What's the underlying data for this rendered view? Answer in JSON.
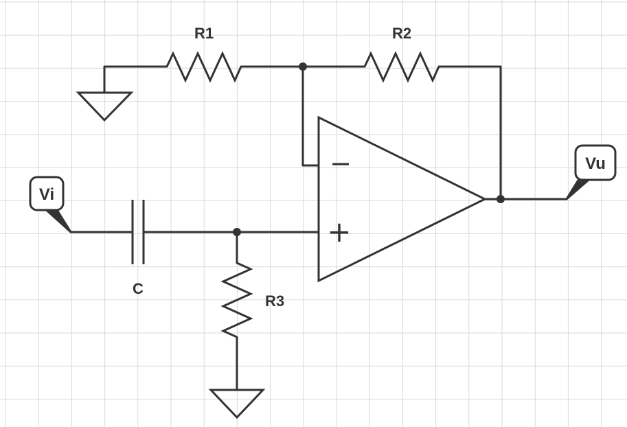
{
  "components": {
    "r1": {
      "label": "R1"
    },
    "r2": {
      "label": "R2"
    },
    "r3": {
      "label": "R3"
    },
    "c": {
      "label": "C"
    }
  },
  "ports": {
    "input": {
      "label": "Vi"
    },
    "output": {
      "label": "Vu"
    }
  },
  "opamp": {
    "inverting_symbol": "−",
    "noninverting_symbol": "+"
  },
  "colors": {
    "line": "#333333",
    "grid": "#d9d9d9",
    "background": "#ffffff"
  }
}
